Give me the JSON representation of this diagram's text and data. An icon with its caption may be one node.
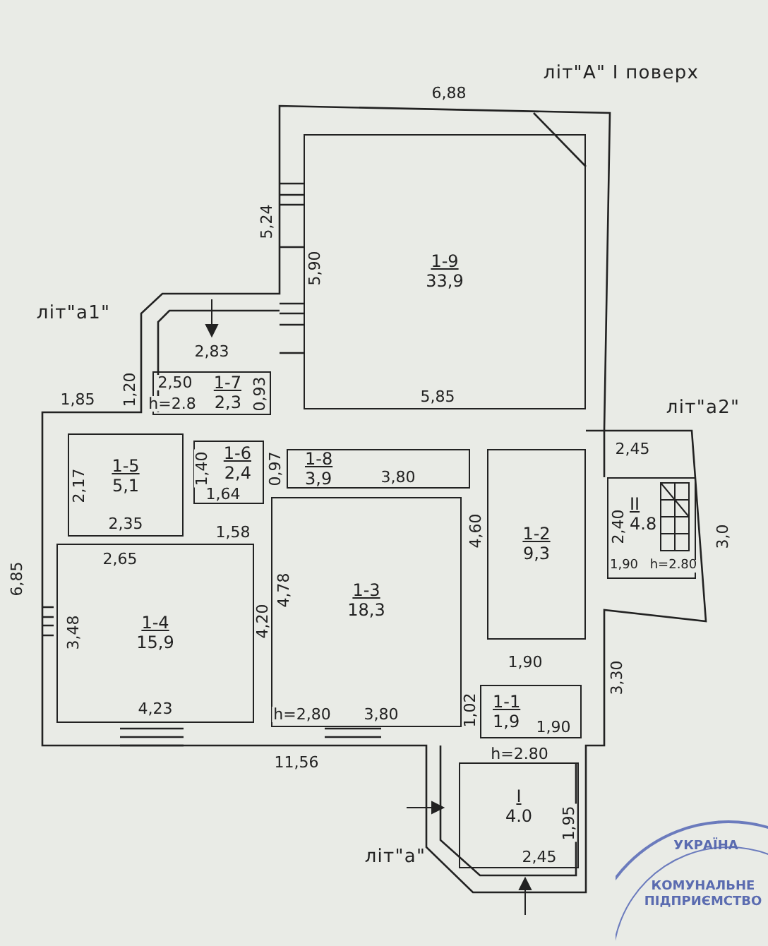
{
  "diagram": {
    "nodes": [
      {
        "text": [
          "1-9",
          "33,9"
        ]
      },
      {
        "text": [
          "1-7",
          "2,3"
        ]
      },
      {
        "text": [
          "1-5",
          "5,1"
        ]
      },
      {
        "text": [
          "1-6",
          "2,4"
        ]
      },
      {
        "text": [
          "1-8",
          "3,9"
        ]
      },
      {
        "text": [
          "1-2",
          "9,3"
        ]
      },
      {
        "text": [
          "II",
          "4.8"
        ]
      },
      {
        "text": [
          "1-4",
          "15,9"
        ]
      },
      {
        "text": [
          "1-3",
          "18,3"
        ]
      },
      {
        "text": [
          "1-1",
          "1,9"
        ]
      },
      {
        "text": [
          "I",
          "4.0"
        ]
      }
    ],
    "labels": [
      "лiт\"А\" I поверх",
      "6,88",
      "5,24",
      "5,90",
      "лiт\"а1\"",
      "2,83",
      "1,85",
      "1,20",
      "2,50",
      "0,93",
      "h=2.8",
      "1,40",
      "0,97",
      "5,85",
      "лiт\"а2\"",
      "2,45",
      "2,17",
      "3,80",
      "1,64",
      "4,60",
      "2,40",
      "3,0",
      "1,90",
      "h=2.80",
      "6,85",
      "2,35",
      "1,58",
      "2,65",
      "3,48",
      "4,20",
      "4,78",
      "1,90",
      "3,30",
      "1,02",
      "1,90",
      "4,23",
      "h=2,80",
      "3,80",
      "11,56",
      "h=2.80",
      "1,95",
      "лiт\"а\"",
      "2,45",
      "УКРАЇНА",
      "КОМУНАЛЬНЕ ПІДПРИЄМСТВО"
    ]
  }
}
